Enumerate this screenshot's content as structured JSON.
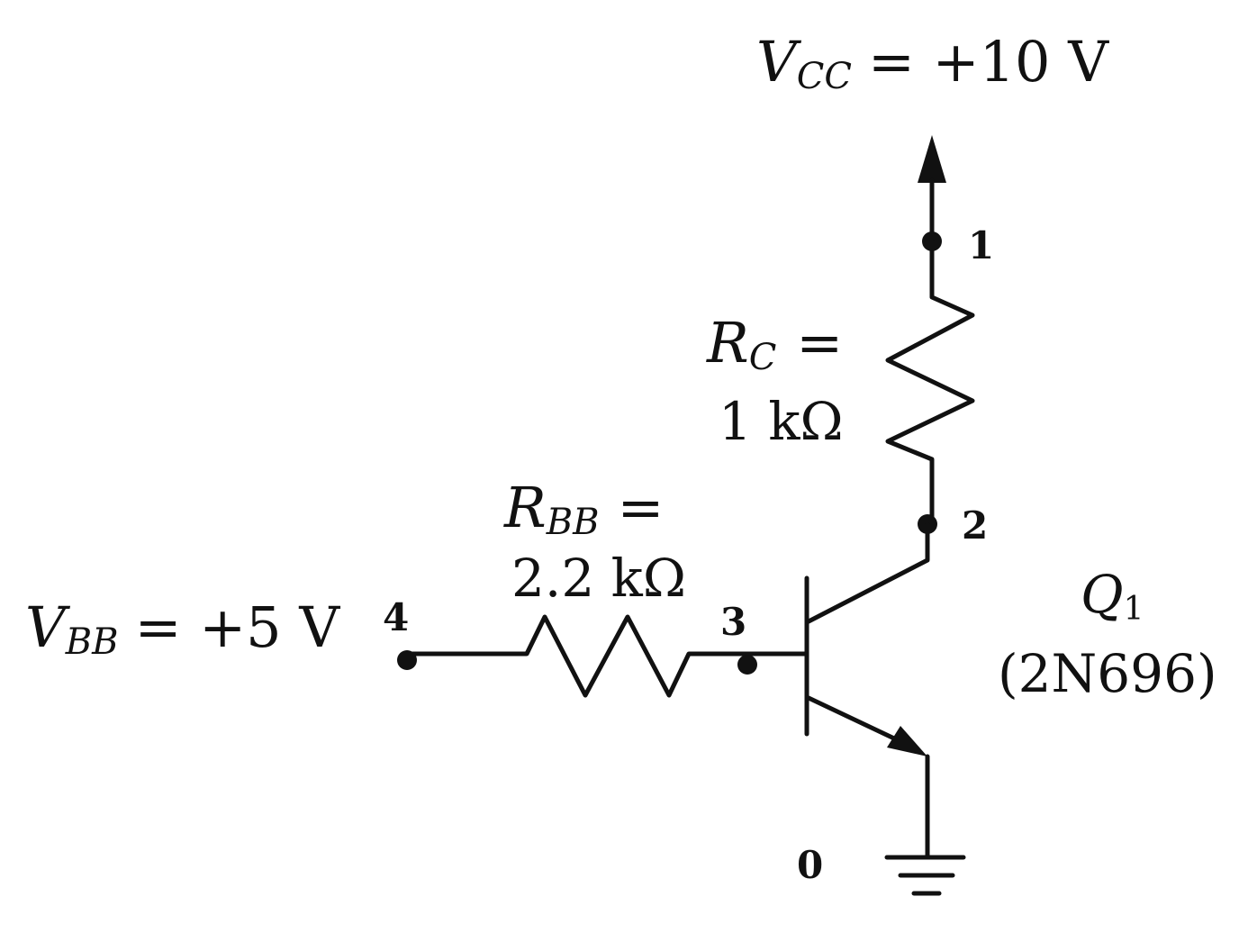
{
  "vcc": {
    "symbol": "V",
    "subscript": "CC",
    "value": "= +10 V"
  },
  "vbb": {
    "symbol": "V",
    "subscript": "BB",
    "value": "= +5 V"
  },
  "rc": {
    "symbol": "R",
    "subscript": "C",
    "eq": "=",
    "value": "1 kΩ"
  },
  "rbb": {
    "symbol": "R",
    "subscript": "BB",
    "eq": "=",
    "value": "2.2 kΩ"
  },
  "transistor": {
    "symbol": "Q",
    "subscript": "1",
    "part": "(2N696)"
  },
  "nodes": {
    "n0": "0",
    "n1": "1",
    "n2": "2",
    "n3": "3",
    "n4": "4"
  }
}
